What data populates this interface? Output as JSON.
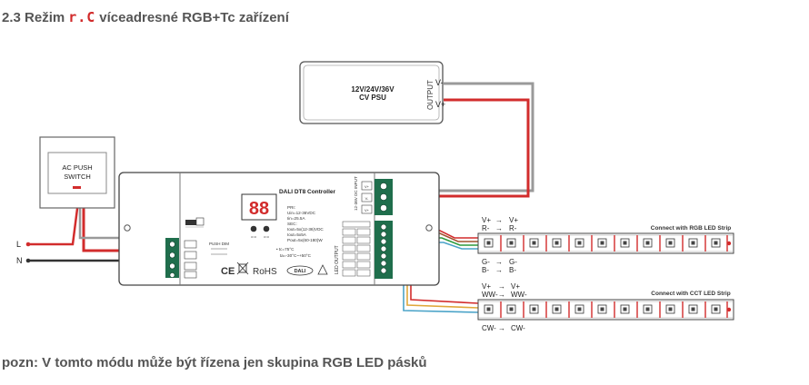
{
  "heading": {
    "prefix": "2.3 Režim",
    "mode_glyph": "r.C",
    "suffix": "víceadresné RGB+Tc zařízení"
  },
  "note": "pozn: V tomto módu může být řízena jen skupina RGB LED pásků",
  "psu": {
    "line1": "12V/24V/36V",
    "line2": "CV PSU",
    "output_label": "OUTPUT",
    "v_minus": "V-",
    "v_plus": "V+"
  },
  "switch": {
    "line1": "AC PUSH",
    "line2": "SWITCH"
  },
  "mains": {
    "l": "L",
    "n": "N"
  },
  "controller": {
    "title": "DALI DT8 Controller",
    "display": "88",
    "specs": [
      "PRI:",
      "Uin=12-36VDC",
      "Iin=25.5A",
      "SEC:",
      "Iout=5x(12-36)VDC",
      "Iout=5x5A",
      "Pout=5x(60-180)W"
    ],
    "temps": [
      "• tc=75°C",
      "ta=-30°C~+50°C"
    ],
    "power_input": "12-36V\nDC INPUT",
    "push_dim": "PUSH DIM",
    "ce": "CE",
    "rohs": "RoHS",
    "dali": "DALI",
    "led_output": "LED OUTPUT"
  },
  "rgb_strip": {
    "title": "Connect with RGB LED Strip",
    "top_labels": [
      {
        "from": "V+",
        "to": "V+"
      },
      {
        "from": "R-",
        "to": "R-"
      }
    ],
    "bottom_labels": [
      {
        "from": "G-",
        "to": "G-"
      },
      {
        "from": "B-",
        "to": "B-"
      }
    ]
  },
  "cct_strip": {
    "title": "Connect with CCT LED Strip",
    "top_labels": [
      {
        "from": "V+",
        "to": "V+"
      },
      {
        "from": "WW-",
        "to": "WW-"
      }
    ],
    "bottom_labels": [
      {
        "from": "CW-",
        "to": "CW-"
      }
    ]
  },
  "colors": {
    "red_wire": "#d22c2c",
    "grey_wire": "#9a9a9a",
    "terminal": "#1f6e4c",
    "blue_wire": "#4aa3c8",
    "brown_wire": "#a0522d"
  }
}
